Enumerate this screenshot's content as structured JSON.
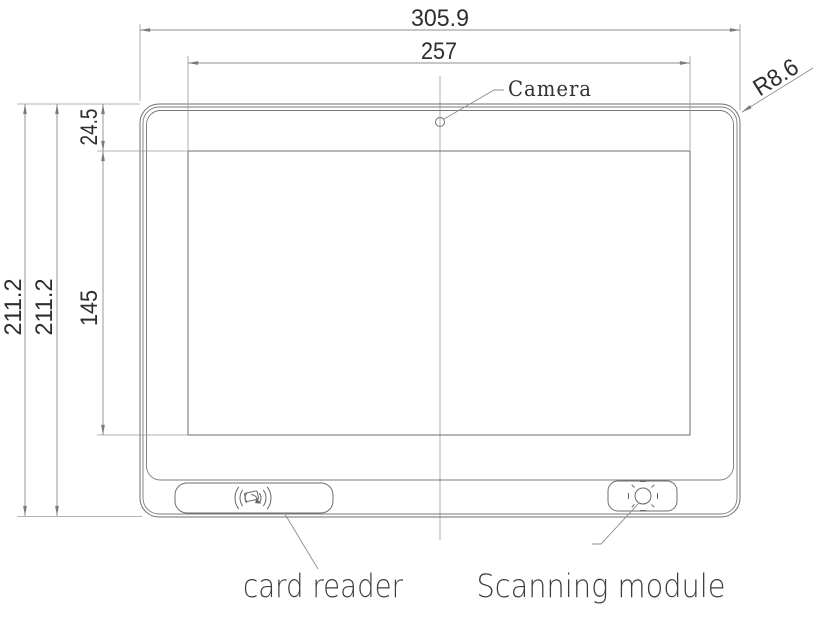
{
  "drawing": {
    "dimensions": {
      "overall_width": "305.9",
      "display_width": "257",
      "overall_height": "211.2",
      "overall_height_dup": "211.2",
      "top_bezel_height": "24.5",
      "display_height": "145",
      "corner_radius": "R8.6"
    },
    "callouts": {
      "camera": "Camera",
      "card_reader": "card reader",
      "scanning_module": "Scanning module"
    },
    "colors": {
      "outline": "#6e6e6e",
      "dimension_line": "#8c8c8c",
      "dimension_text": "#2e2e2e",
      "label_text": "#3d3d3d",
      "centerline": "#c8c8c8"
    }
  }
}
